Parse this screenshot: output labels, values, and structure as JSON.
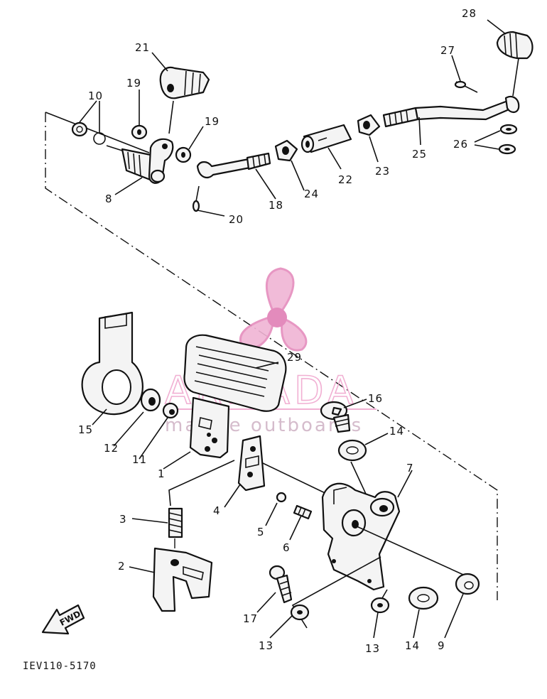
{
  "diagram": {
    "part_numbers": [
      "1",
      "2",
      "3",
      "4",
      "5",
      "6",
      "7",
      "8",
      "9",
      "10",
      "11",
      "12",
      "13",
      "13",
      "14",
      "14",
      "15",
      "16",
      "17",
      "18",
      "19",
      "19",
      "20",
      "21",
      "22",
      "23",
      "24",
      "25",
      "26",
      "27",
      "28",
      "29"
    ],
    "watermark": {
      "brand": "ARMADA",
      "tagline": "marine outboards",
      "color": "#f0a8cf"
    },
    "fwd_label": "FWD",
    "drawing_code": "IEV110-5170"
  }
}
